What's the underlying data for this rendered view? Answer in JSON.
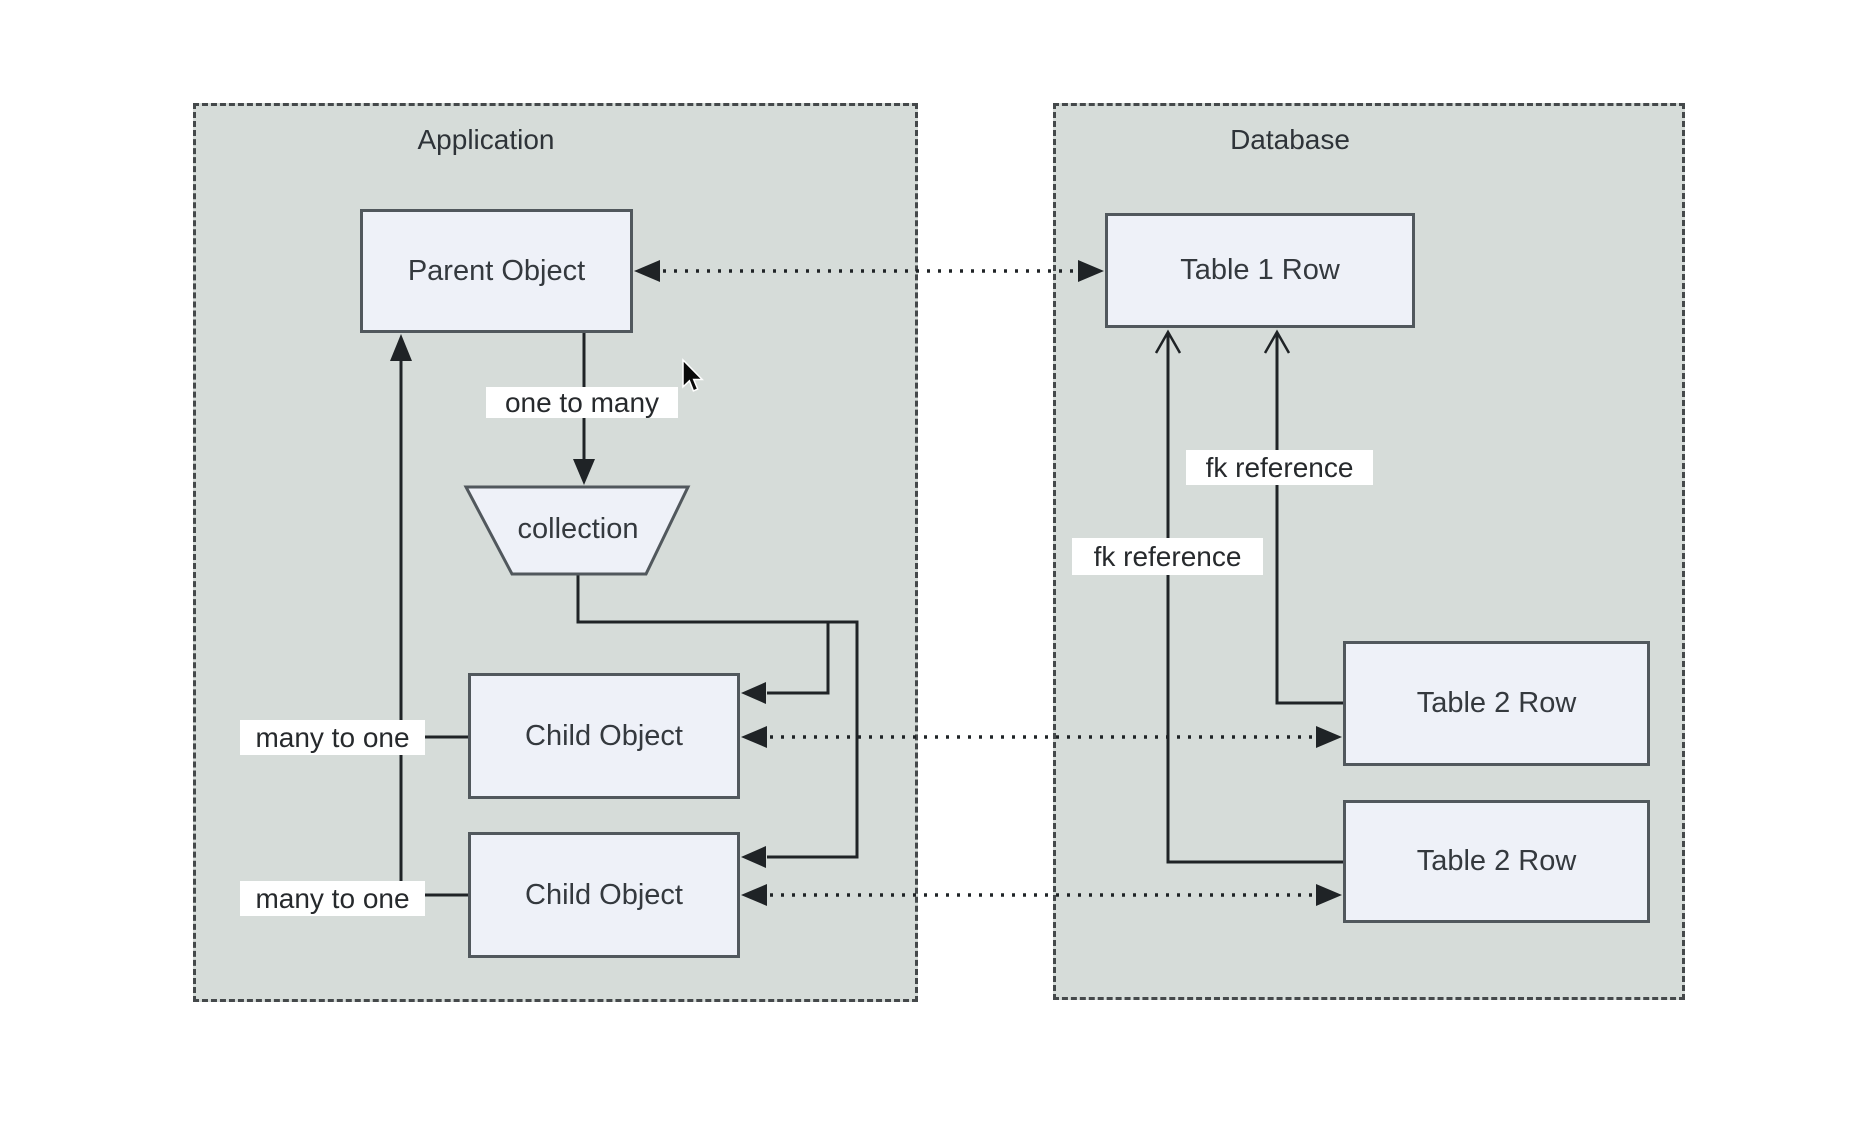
{
  "diagram": {
    "containers": [
      {
        "title": "Application"
      },
      {
        "title": "Database"
      }
    ],
    "nodes": [
      {
        "label": "Parent Object"
      },
      {
        "label": "collection"
      },
      {
        "label": "Child Object"
      },
      {
        "label": "Child Object"
      },
      {
        "label": "Table 1 Row"
      },
      {
        "label": "Table 2 Row"
      },
      {
        "label": "Table 2 Row"
      }
    ],
    "edge_labels": [
      {
        "text": "one to many"
      },
      {
        "text": "many to one"
      },
      {
        "text": "many to one"
      },
      {
        "text": "fk reference"
      },
      {
        "text": "fk reference"
      }
    ],
    "icons": {
      "cursor": "mouse-cursor-icon"
    },
    "colors": {
      "page_bg": "#ffffff",
      "container_bg": "#d6dcd9",
      "container_border": "#45494b",
      "node_bg": "#eef1f8",
      "node_border": "#51585d",
      "line": "#1f2326",
      "text": "#2e3338",
      "label_bg": "#ffffff"
    }
  }
}
